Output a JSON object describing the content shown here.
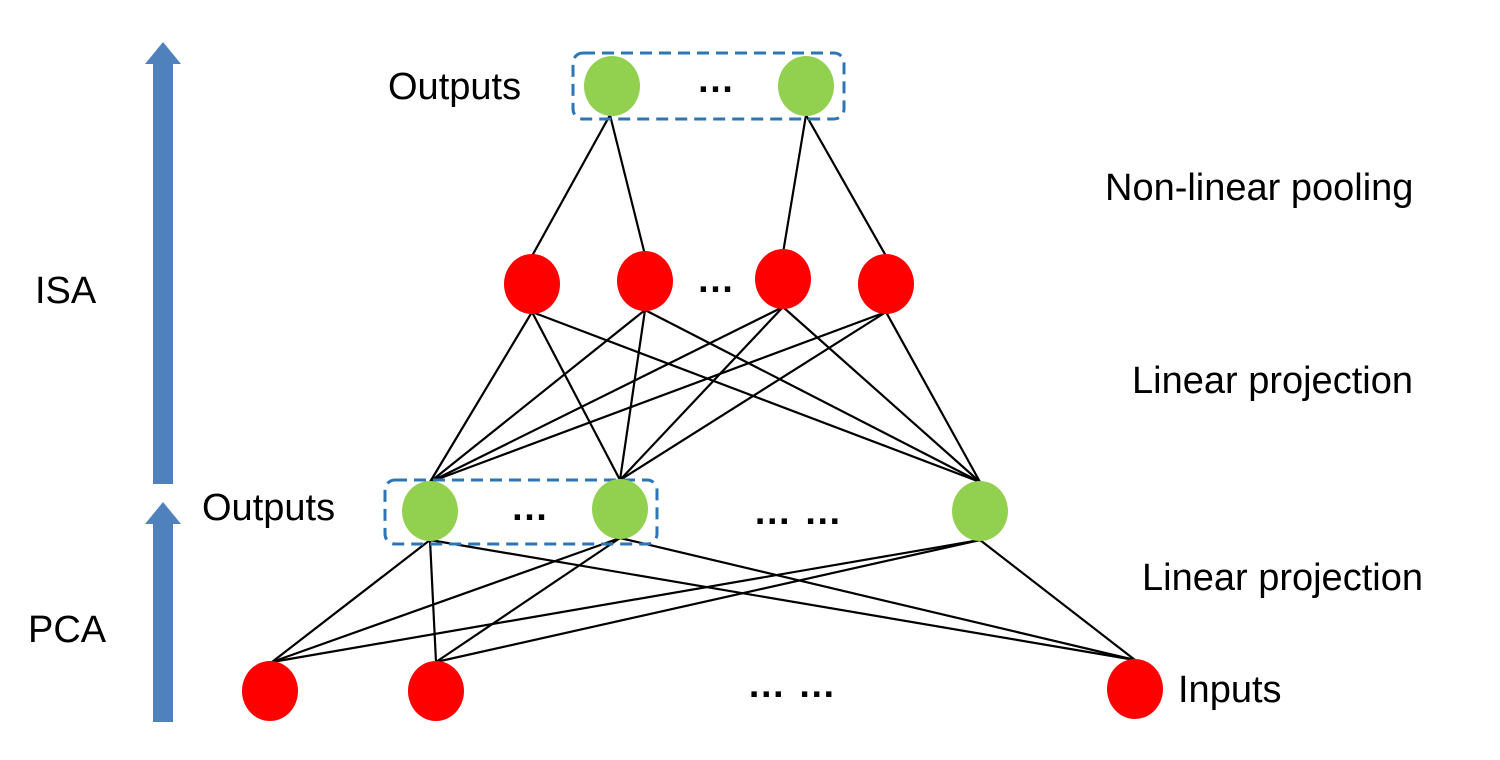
{
  "colors": {
    "input_node": "#ff0000",
    "hidden_node": "#ff0000",
    "output_node": "#92d050",
    "arrow": "#4f81bd",
    "group_box": "#2e75b6",
    "edge": "#000000"
  },
  "stages": {
    "isa_label": "ISA",
    "pca_label": "PCA"
  },
  "labels": {
    "top_outputs": "Outputs",
    "mid_outputs": "Outputs",
    "inputs": "Inputs",
    "nonlinear_pooling": "Non-linear pooling",
    "linear_projection_upper": "Linear projection",
    "linear_projection_lower": "Linear projection"
  },
  "ellipses": {
    "top_group": "…",
    "isa_hidden": "…",
    "mid_group": "…",
    "mid_rest": "… …",
    "inputs_rest": "… …"
  }
}
